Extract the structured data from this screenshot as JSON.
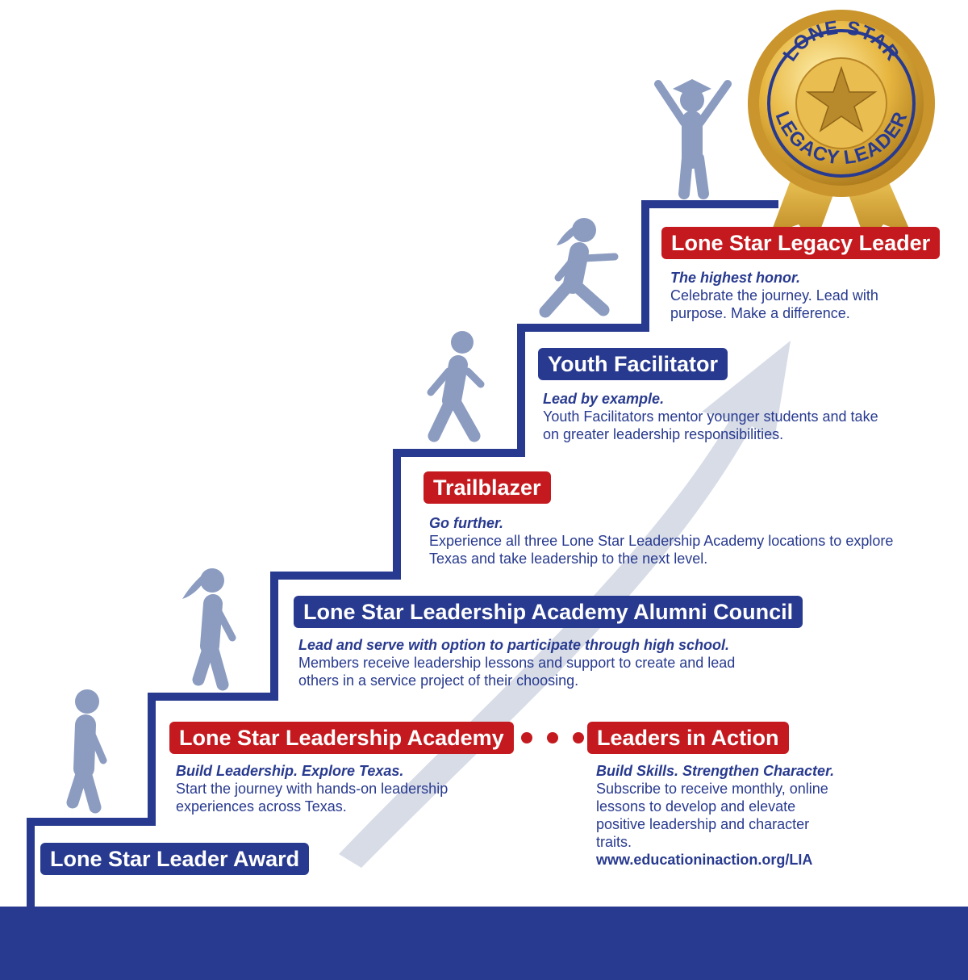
{
  "colors": {
    "navy": "#283a8f",
    "red": "#c41a1f",
    "figure": "#8b9cc0",
    "arrow": "#d7dce7",
    "gold": "#e0b13a"
  },
  "seal": {
    "top_text": "LONE STAR",
    "bottom_text": "LEGACY LEADER"
  },
  "steps": [
    {
      "id": "award",
      "title": "Lone Star Leader Award",
      "color": "blue"
    },
    {
      "id": "academy",
      "title": "Lone Star Leadership Academy",
      "color": "red",
      "tagline": "Build Leadership. Explore Texas.",
      "body": "Start the journey with hands-on leadership experiences across Texas."
    },
    {
      "id": "lia",
      "title": "Leaders in Action",
      "color": "red",
      "tagline": "Build Skills. Strengthen Character.",
      "body": "Subscribe to receive monthly, online lessons to develop and elevate positive leadership and character traits.",
      "url": "www.educationinaction.org/LIA"
    },
    {
      "id": "alumni",
      "title": "Lone Star Leadership Academy Alumni Council",
      "color": "blue",
      "tagline": "Lead and serve with option to participate through high school.",
      "body": "Members receive leadership lessons and support to create and lead others in a service project of their choosing."
    },
    {
      "id": "trailblazer",
      "title": "Trailblazer",
      "color": "red",
      "tagline": "Go further.",
      "body": "Experience all three Lone Star Leadership Academy locations to explore Texas and take leadership to the next level."
    },
    {
      "id": "facilitator",
      "title": "Youth Facilitator",
      "color": "blue",
      "tagline": "Lead by example.",
      "body": "Youth Facilitators mentor younger students and take on greater leadership responsibilities."
    },
    {
      "id": "legacy",
      "title": "Lone Star Legacy Leader",
      "color": "red",
      "tagline": "The highest honor.",
      "body": "Celebrate the journey. Lead with purpose. Make a difference."
    }
  ]
}
